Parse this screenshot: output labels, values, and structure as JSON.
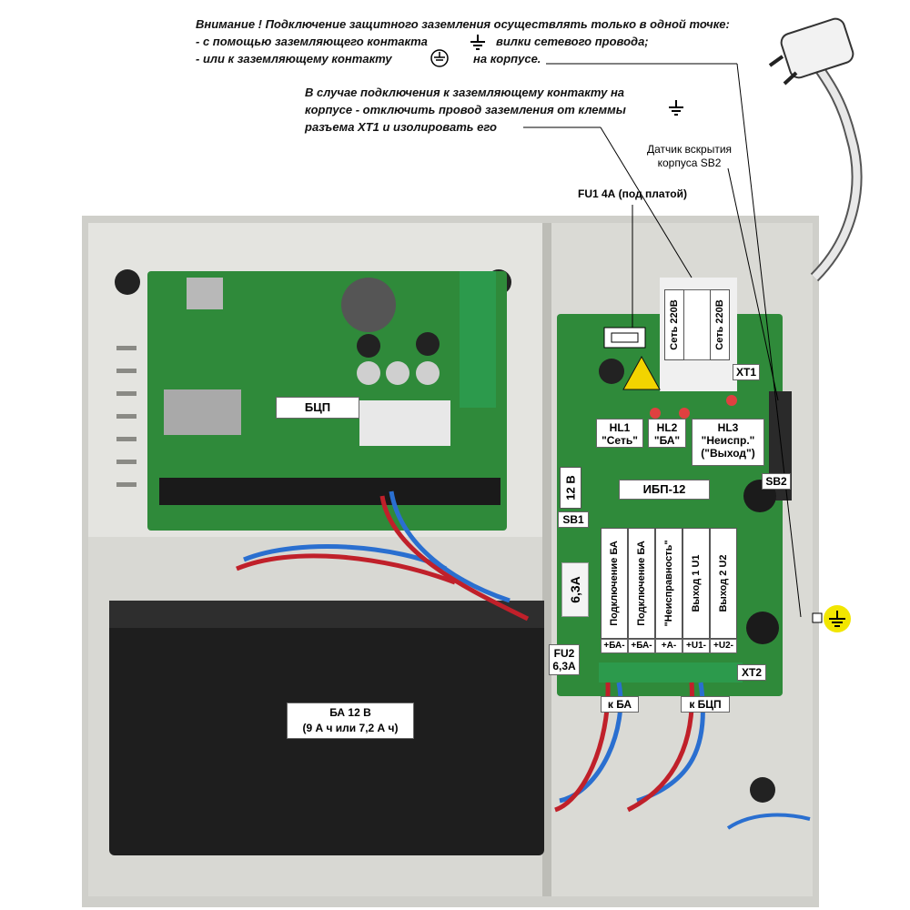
{
  "notes": {
    "warning_line1": "Внимание ! Подключение защитного заземления осуществлять только в одной точке:",
    "warning_line2a": "- с помощью заземляющего контакта",
    "warning_line2b": "вилки сетевого провода;",
    "warning_line3a": "- или к заземляющему контакту",
    "warning_line3b": "на корпусе.",
    "case_line1": "В случае подключения к заземляющему контакту на",
    "case_line2": "корпусе - отключить провод заземления от клеммы",
    "case_line3": "разъема XT1 и изолировать его"
  },
  "labels": {
    "tamper_line1": "Датчик вскрытия",
    "tamper_line2": "корпуса SB2",
    "fu1": "FU1 4А (под платой)",
    "bcp": "БЦП",
    "net_220_left": "Сеть 220В",
    "net_220_right": "Сеть 220В",
    "xt1": "XT1",
    "hl1_line1": "HL1",
    "hl1_line2": "\"Сеть\"",
    "hl2_line1": "HL2",
    "hl2_line2": "\"БА\"",
    "hl3_line1": "HL3",
    "hl3_line2": "\"Неиспр.\"",
    "hl3_line3": "(\"Выход\")",
    "sb2": "SB2",
    "v12": "12 В",
    "ibp": "ИБП-12",
    "sb1": "SB1",
    "fuse_63": "6,3А",
    "fu2_line1": "FU2",
    "fu2_line2": "6,3А",
    "xt2": "XT2",
    "to_ba": "к БА",
    "to_bcp": "к БЦП",
    "battery_line1": "БА 12 В",
    "battery_line2": "(9 А ч или 7,2 А ч)"
  },
  "terminals": [
    {
      "name": "Подключение БА",
      "pin": "+БА-"
    },
    {
      "name": "Подключение БА",
      "pin": "+БА-"
    },
    {
      "name": "\"Неисправность\"",
      "pin": "+А-"
    },
    {
      "name": "Выход 1 U1",
      "pin": "+U1-"
    },
    {
      "name": "Выход 2 U2",
      "pin": "+U2-"
    }
  ],
  "colors": {
    "case": "#dcdcd8",
    "board": "#2f8a3a",
    "board_dark": "#1f6a2a",
    "battery": "#1e1e1e",
    "wire_red": "#c0202a",
    "wire_blue": "#2a6fd0",
    "ground_marker": "#f2e600"
  }
}
